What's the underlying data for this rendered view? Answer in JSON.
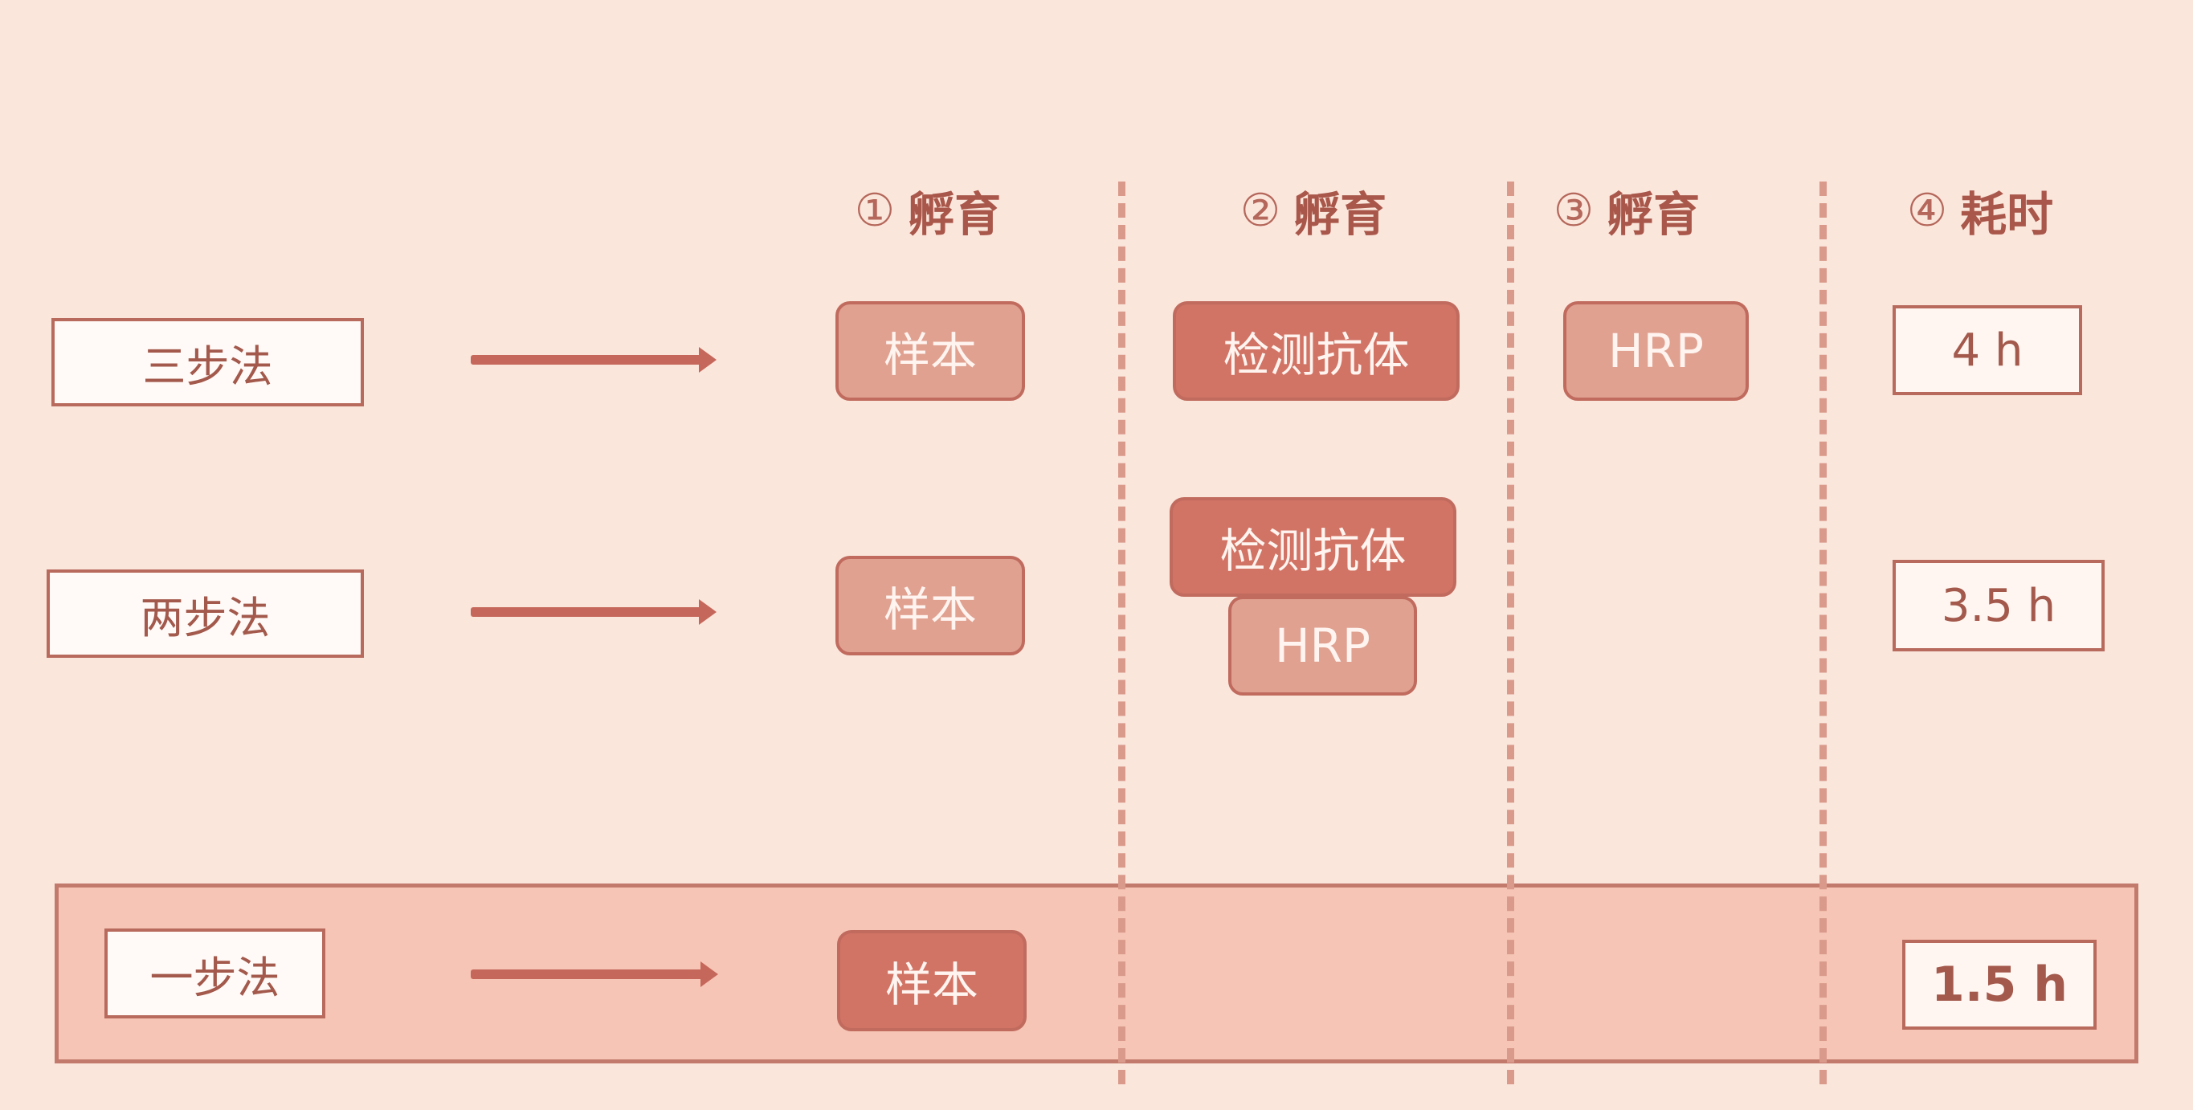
{
  "columns": [
    {
      "num": "①",
      "label": "孵育"
    },
    {
      "num": "②",
      "label": "孵育"
    },
    {
      "num": "③",
      "label": "孵育"
    },
    {
      "num": "④",
      "label": "耗时"
    }
  ],
  "rows": {
    "three_step": {
      "method": "三步法",
      "step1": "样本",
      "step2": "检测抗体",
      "step3": "HRP",
      "time": "4 h"
    },
    "two_step": {
      "method": "两步法",
      "step1": "样本",
      "step2_top": "检测抗体",
      "step2_bottom": "HRP",
      "time": "3.5 h"
    },
    "one_step": {
      "method": "一步法",
      "step1": "样本",
      "time": "1.5 h"
    }
  },
  "colors": {
    "background": "#fbe6dc",
    "highlight_band": "#f6c5b5",
    "chip_light": "#e0a191",
    "chip_dark": "#d17365",
    "text": "#a3594c",
    "arrow": "#c5685b",
    "divider": "#d99a8b"
  }
}
